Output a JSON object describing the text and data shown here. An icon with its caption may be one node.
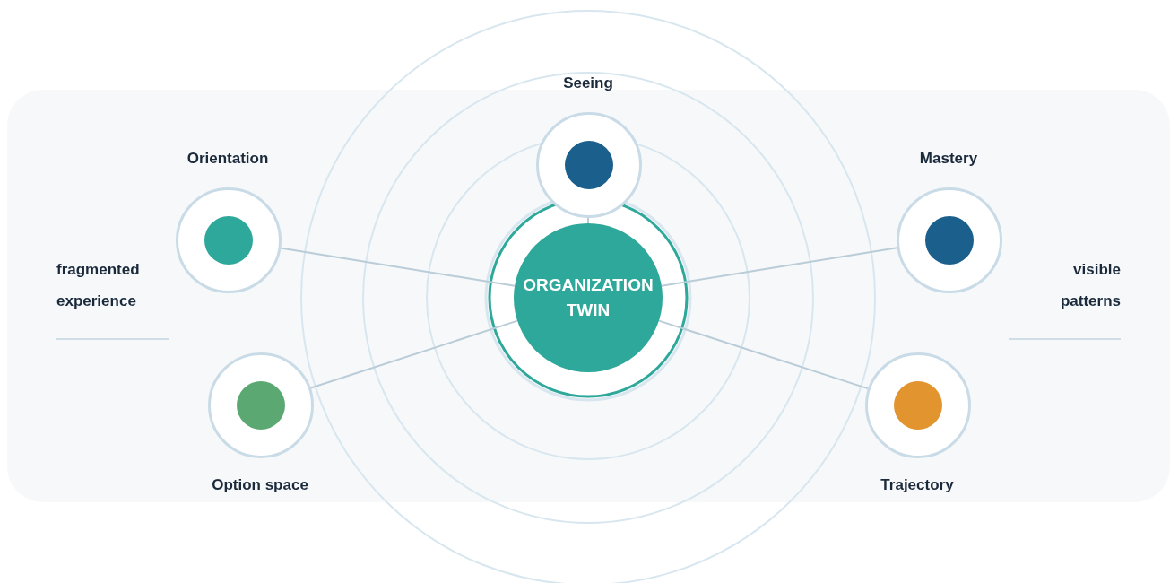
{
  "diagram": {
    "nodes": [
      {
        "text": [
          "ORGANIZATION TWIN"
        ]
      },
      {
        "text": [
          "Seeing"
        ]
      },
      {
        "text": [
          "Orientation"
        ]
      },
      {
        "text": [
          "Mastery"
        ]
      },
      {
        "text": [
          "Option space"
        ]
      },
      {
        "text": [
          "Trajectory"
        ]
      }
    ],
    "edges": [
      {
        "from": 1,
        "to": 0,
        "arrow": "none"
      },
      {
        "from": 2,
        "to": 0,
        "arrow": "none"
      },
      {
        "from": 3,
        "to": 0,
        "arrow": "none"
      },
      {
        "from": 4,
        "to": 0,
        "arrow": "none"
      },
      {
        "from": 5,
        "to": 0,
        "arrow": "none"
      }
    ],
    "labels": [
      "fragmented experience",
      "visible patterns"
    ]
  }
}
